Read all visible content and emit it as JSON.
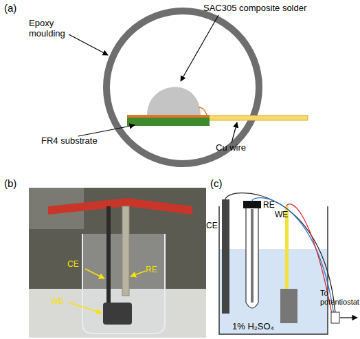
{
  "diagram": {
    "labels": [
      "(a)",
      "Epoxy moulding",
      "SAC305 composite solder",
      "FR4 substrate",
      "Cu wire",
      "(b)",
      "CE",
      "RE",
      "WE",
      "(c)",
      "CE",
      "RE",
      "WE",
      "1% H₂SO₄",
      "To potentiostat"
    ]
  }
}
